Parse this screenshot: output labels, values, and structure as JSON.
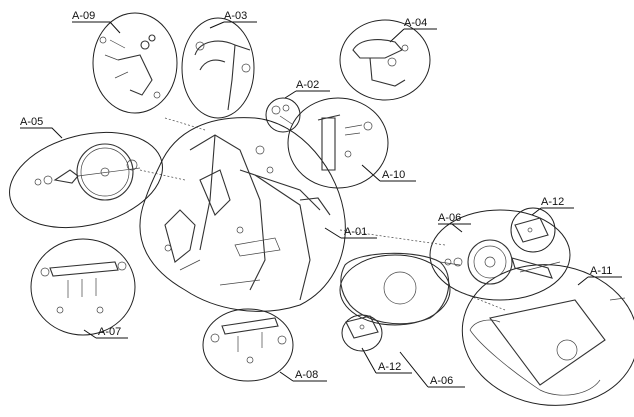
{
  "callouts": {
    "a09": "A-09",
    "a03": "A-03",
    "a04": "A-04",
    "a02": "A-02",
    "a05": "A-05",
    "a10": "A-10",
    "a06_top": "A-06",
    "a12_top": "A-12",
    "a01": "A-01",
    "a11": "A-11",
    "a07": "A-07",
    "a08": "A-08",
    "a12_bottom": "A-12",
    "a06_bottom": "A-06"
  }
}
